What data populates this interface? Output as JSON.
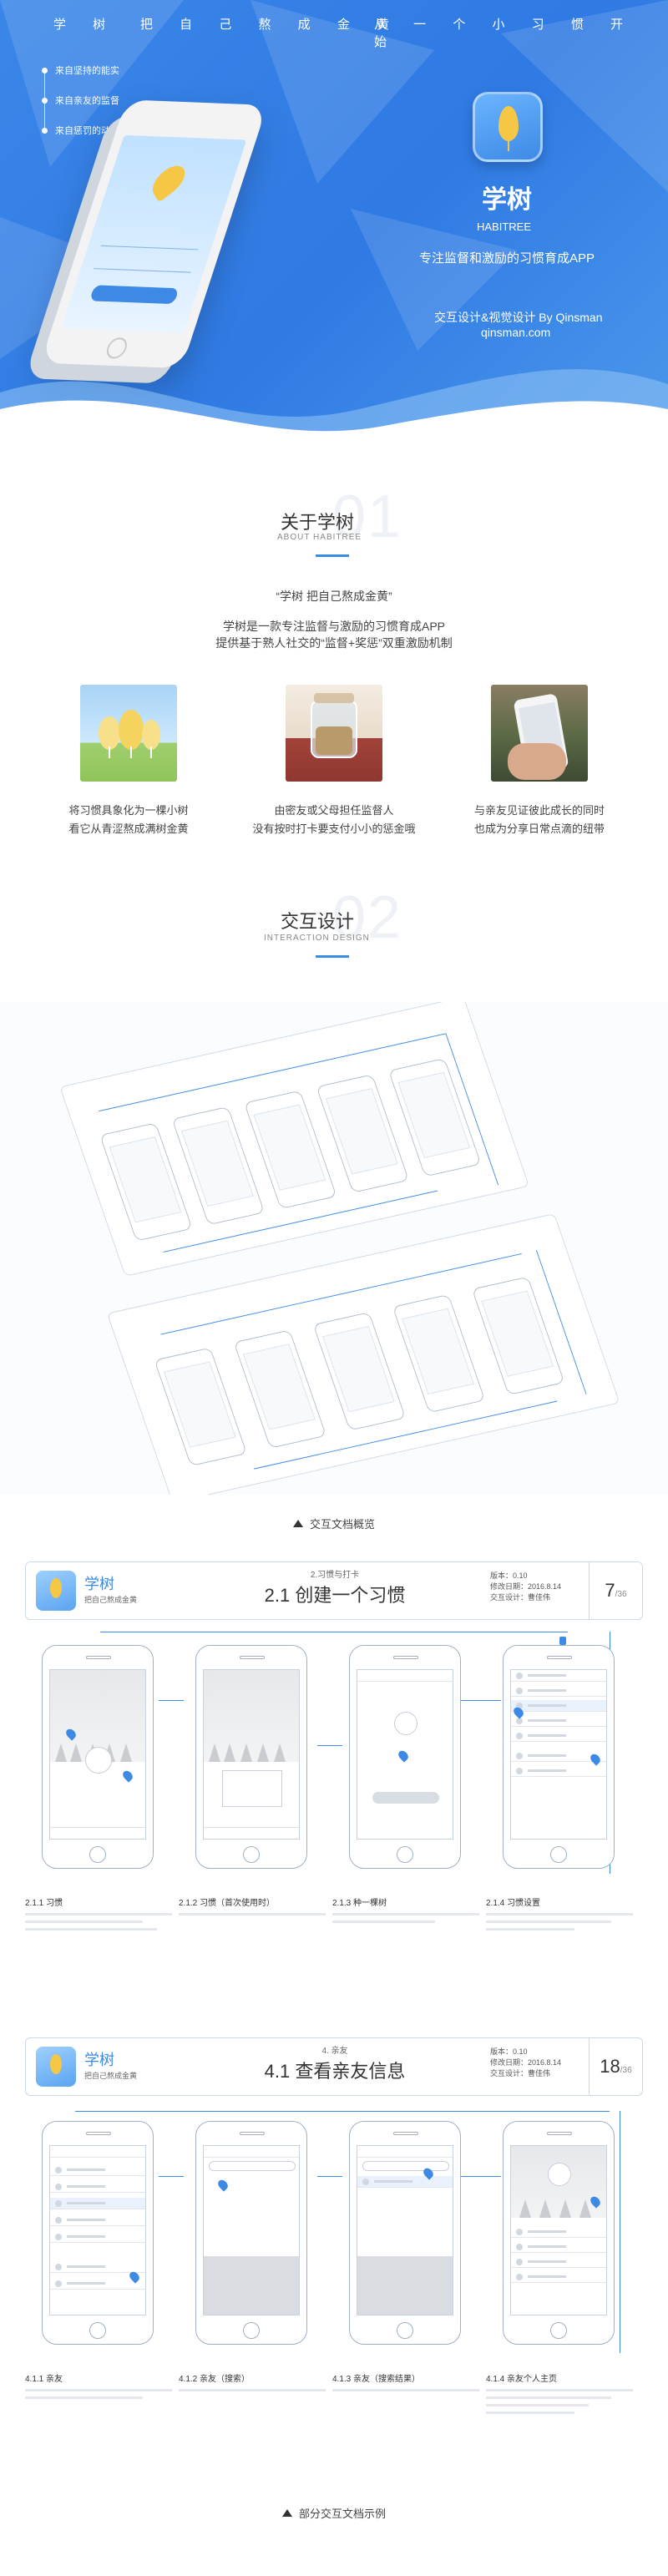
{
  "hero": {
    "top_words": [
      "学 树",
      "把 自 己 熬 成 金 黄",
      "从 一 个 小 习 惯 开 始"
    ],
    "features": [
      "来自坚持的能实",
      "来自亲友的监督",
      "来自惩罚的动力"
    ],
    "app_name": "学树",
    "app_en": "HABITREE",
    "slogan": "专注监督和激励的习惯育成APP",
    "credit": "交互设计&视觉设计 By Qinsman",
    "site": "qinsman.com",
    "brand_color": "#3d8ae6"
  },
  "about": {
    "title": "关于学树",
    "subtitle": "ABOUT HABITREE",
    "number": "01",
    "quote": "“学树 把自己熬成金黄”",
    "desc1": "学树是一款专注监督与激励的习惯育成APP",
    "desc2": "提供基于熟人社交的“监督+奖惩”双重激励机制",
    "cards": [
      {
        "line1": "将习惯具象化为一棵小树",
        "line2": "看它从青涩熬成满树金黄"
      },
      {
        "line1": "由密友或父母担任监督人",
        "line2": "没有按时打卡要支付小小的惩金哦"
      },
      {
        "line1": "与亲友见证彼此成长的同时",
        "line2": "也成为分享日常点滴的纽带"
      }
    ]
  },
  "interaction": {
    "title": "交互设计",
    "subtitle": "INTERACTION DESIGN",
    "number": "02",
    "overview_caption": "交互文档概览",
    "bottom_caption": "部分交互文档示例"
  },
  "specs": [
    {
      "app_name": "学树",
      "app_tag": "把自己熬成金黄",
      "chapter": "2.习惯与打卡",
      "title": "2.1 创建一个习惯",
      "meta_version": "版本：0.10",
      "meta_date": "修改日期：2016.8.14",
      "meta_author": "交互设计：曹佳伟",
      "page": "7",
      "page_total": "/36",
      "notes": [
        "2.1.1 习惯",
        "2.1.2 习惯（首次使用时）",
        "2.1.3 种一棵树",
        "2.1.4 习惯设置"
      ]
    },
    {
      "app_name": "学树",
      "app_tag": "把自己熬成金黄",
      "chapter": "4. 亲友",
      "title": "4.1 查看亲友信息",
      "meta_version": "版本：0.10",
      "meta_date": "修改日期：2016.8.14",
      "meta_author": "交互设计：曹佳伟",
      "page": "18",
      "page_total": "/36",
      "notes": [
        "4.1.1 亲友",
        "4.1.2 亲友（搜索）",
        "4.1.3 亲友（搜索结果）",
        "4.1.4 亲友个人主页"
      ]
    }
  ]
}
